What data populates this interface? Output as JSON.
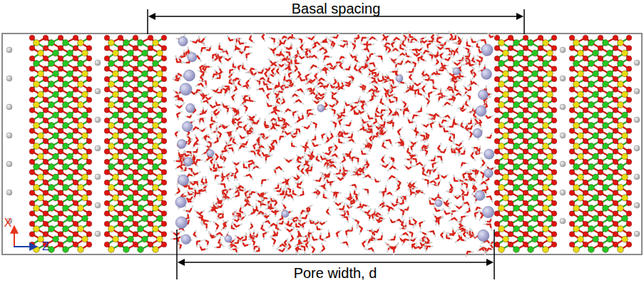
{
  "diagram": {
    "labels": [
      "Basal spacing",
      "Pore width, d",
      "X",
      "Z"
    ]
  }
}
